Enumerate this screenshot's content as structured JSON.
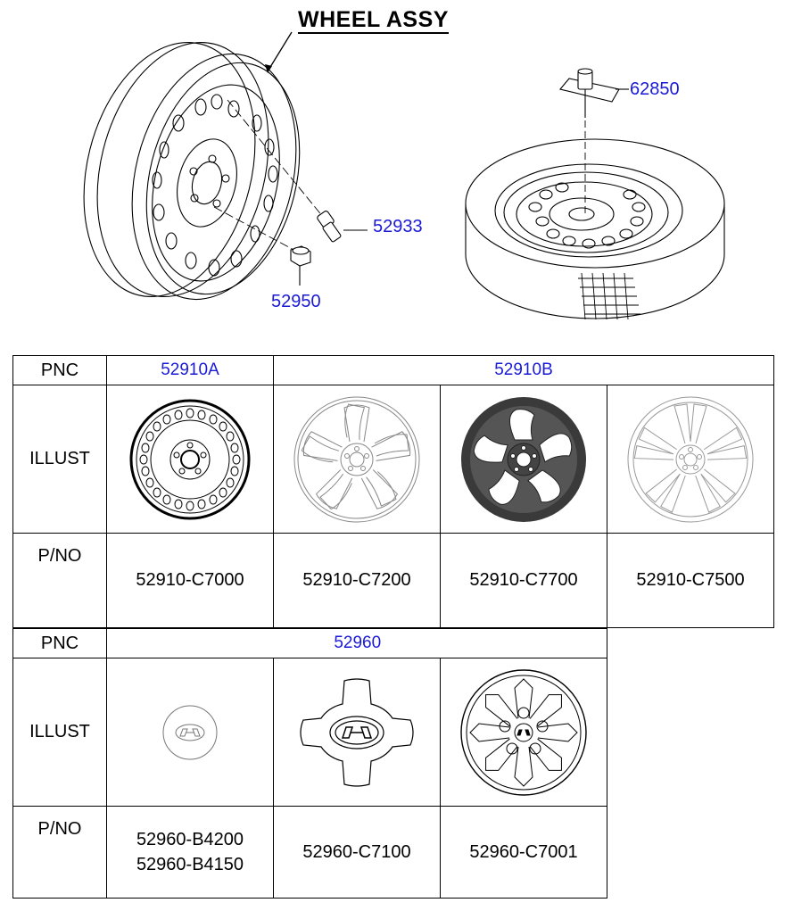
{
  "title": "WHEEL ASSY",
  "callouts": {
    "valve": "52933",
    "nut": "52950",
    "carrier": "62850"
  },
  "table1": {
    "row_labels": {
      "pnc": "PNC",
      "illust": "ILLUST",
      "pno": "P/NO"
    },
    "pnc_a": "52910A",
    "pnc_b": "52910B",
    "parts": [
      "52910-C7000",
      "52910-C7200",
      "52910-C7700",
      "52910-C7500"
    ]
  },
  "table2": {
    "row_labels": {
      "pnc": "PNC",
      "illust": "ILLUST",
      "pno": "P/NO"
    },
    "pnc": "52960",
    "parts": [
      {
        "line1": "52960-B4200",
        "line2": "52960-B4150"
      },
      {
        "line1": "52960-C7100",
        "line2": ""
      },
      {
        "line1": "52960-C7001",
        "line2": ""
      }
    ]
  },
  "colors": {
    "callout": "#1a1ad6",
    "line": "#000000",
    "dark_wheel": "#3a3a3a"
  },
  "icons": [
    "steel-wheel-icon",
    "valve-icon",
    "lug-nut-icon",
    "spare-tire-icon",
    "carrier-bracket-icon",
    "alloy-wheel-icon",
    "hub-cap-icon",
    "wheel-cover-icon"
  ]
}
